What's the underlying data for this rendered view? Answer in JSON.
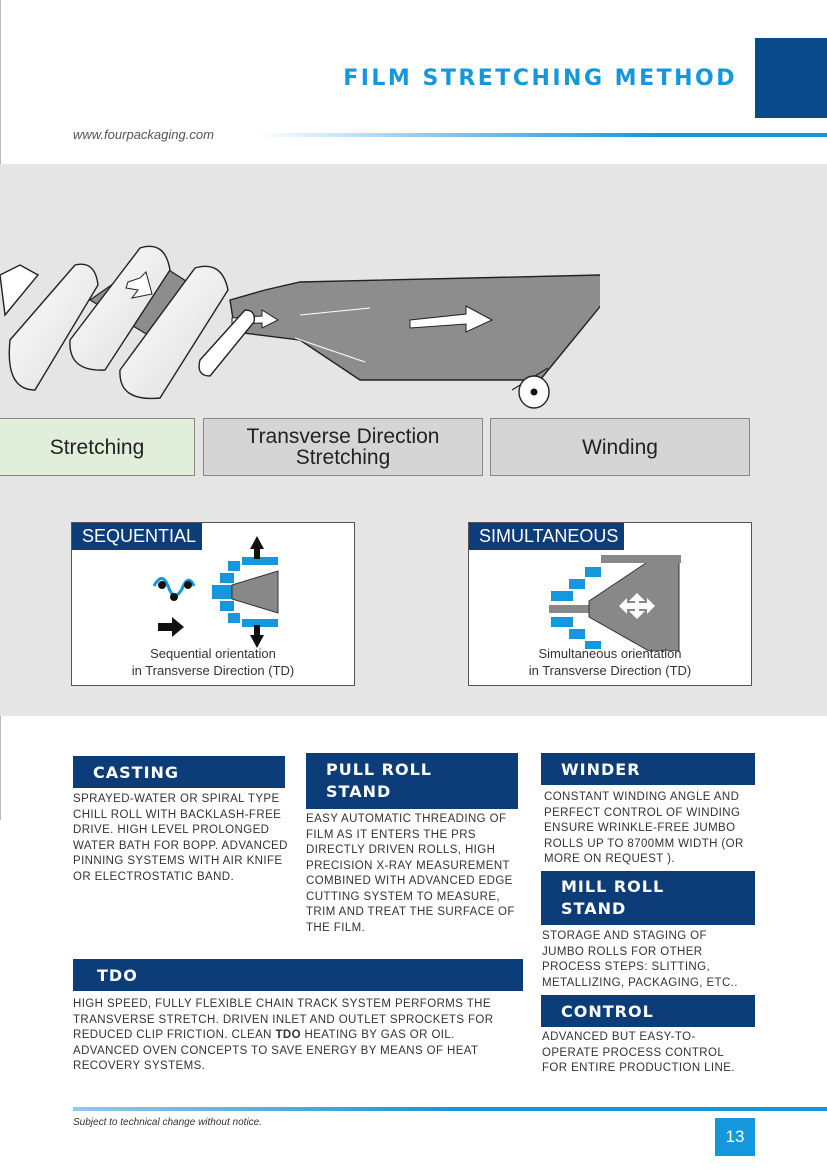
{
  "header": {
    "title": "FILM STRETCHING METHOD",
    "url": "www.fourpackaging.com"
  },
  "stages": {
    "stretching": "Stretching",
    "transverse_line1": "Transverse Direction",
    "transverse_line2": "Stretching",
    "winding": "Winding"
  },
  "methods": {
    "sequential": {
      "label": "SEQUENTIAL",
      "caption_line1": "Sequential orientation",
      "caption_line2": "in Transverse Direction (TD)"
    },
    "simultaneous": {
      "label": "SIMULTANEOUS",
      "caption_line1": "Simultaneous orientation",
      "caption_line2": "in Transverse Direction (TD)"
    }
  },
  "sections": {
    "casting": {
      "title": "CASTING",
      "body": "Sprayed-water or spiral type chill roll with backlash-free drive. High level prolonged water bath for BOPP. Advanced pinning systems with air knife or electrostatic band."
    },
    "pull_roll": {
      "title_line1": "PULL ROLL",
      "title_line2": "STAND",
      "body": "Easy automatic threading of film as it enters the PRS directly driven rolls, high precision X-ray measurement combined with  advanced edge cutting system to measure, trim and treat the surface of the film."
    },
    "winder": {
      "title": "WINDER",
      "body": "Constant winding angle and perfect control of winding ensure wrinkle-free jumbo rolls up to 8700mm width (or more on request )."
    },
    "mill_roll": {
      "title_line1": "MILL ROLL",
      "title_line2": "STAND",
      "body": "Storage and staging of jumbo rolls for other process steps: slitting, metallizing, packaging, etc.."
    },
    "tdo": {
      "title": "TDO",
      "body_pre": "High speed, fully flexible chain track system performs the transverse stretch. Driven inlet and outlet sprockets for reduced clip friction. Clean ",
      "body_bold": "TDO",
      "body_post": " heating by gas or oil. Advanced oven concepts to save energy by means of heat recovery systems."
    },
    "control": {
      "title": "CONTROL",
      "body": "Advanced but easy-to-operate process control for entire production line."
    }
  },
  "footer": {
    "note": "Subject to technical change without notice.",
    "page_number": "13"
  },
  "colors": {
    "dark_blue": "#0d3d78",
    "light_blue": "#1597dd",
    "panel_grey": "#e5e5e5"
  }
}
